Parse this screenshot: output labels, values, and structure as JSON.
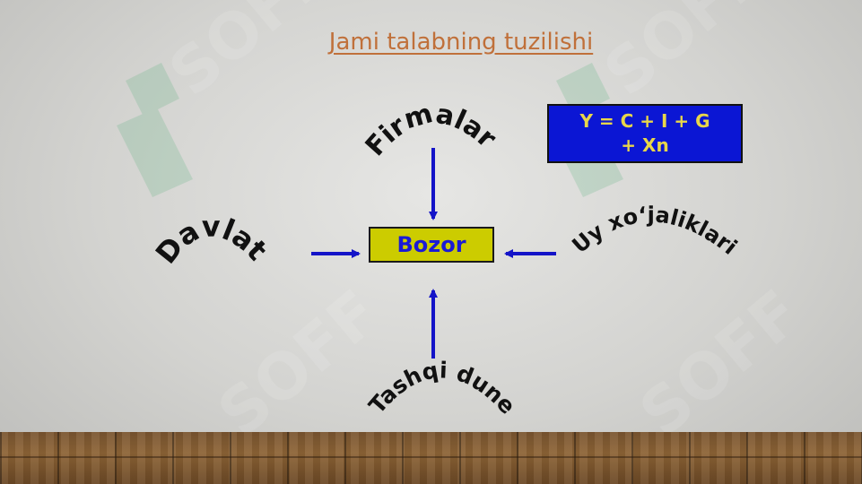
{
  "title": "Jami talabning tuzilishi",
  "center_box": "Bozor",
  "formula": {
    "line1": "Y = C + I + G",
    "line2": "+ Xn"
  },
  "sources": {
    "top": "Firmalar",
    "left": "Davlat",
    "right": "Uy xo‘jaliklari",
    "bottom": "Tashqi dune"
  },
  "watermark": "SOFF",
  "colors": {
    "title": "#c0703a",
    "center_box_fill": "#cccc00",
    "center_box_text": "#1a1ad6",
    "formula_fill": "#0b16d4",
    "formula_text": "#e8d64a",
    "arrow": "#1414c8"
  }
}
